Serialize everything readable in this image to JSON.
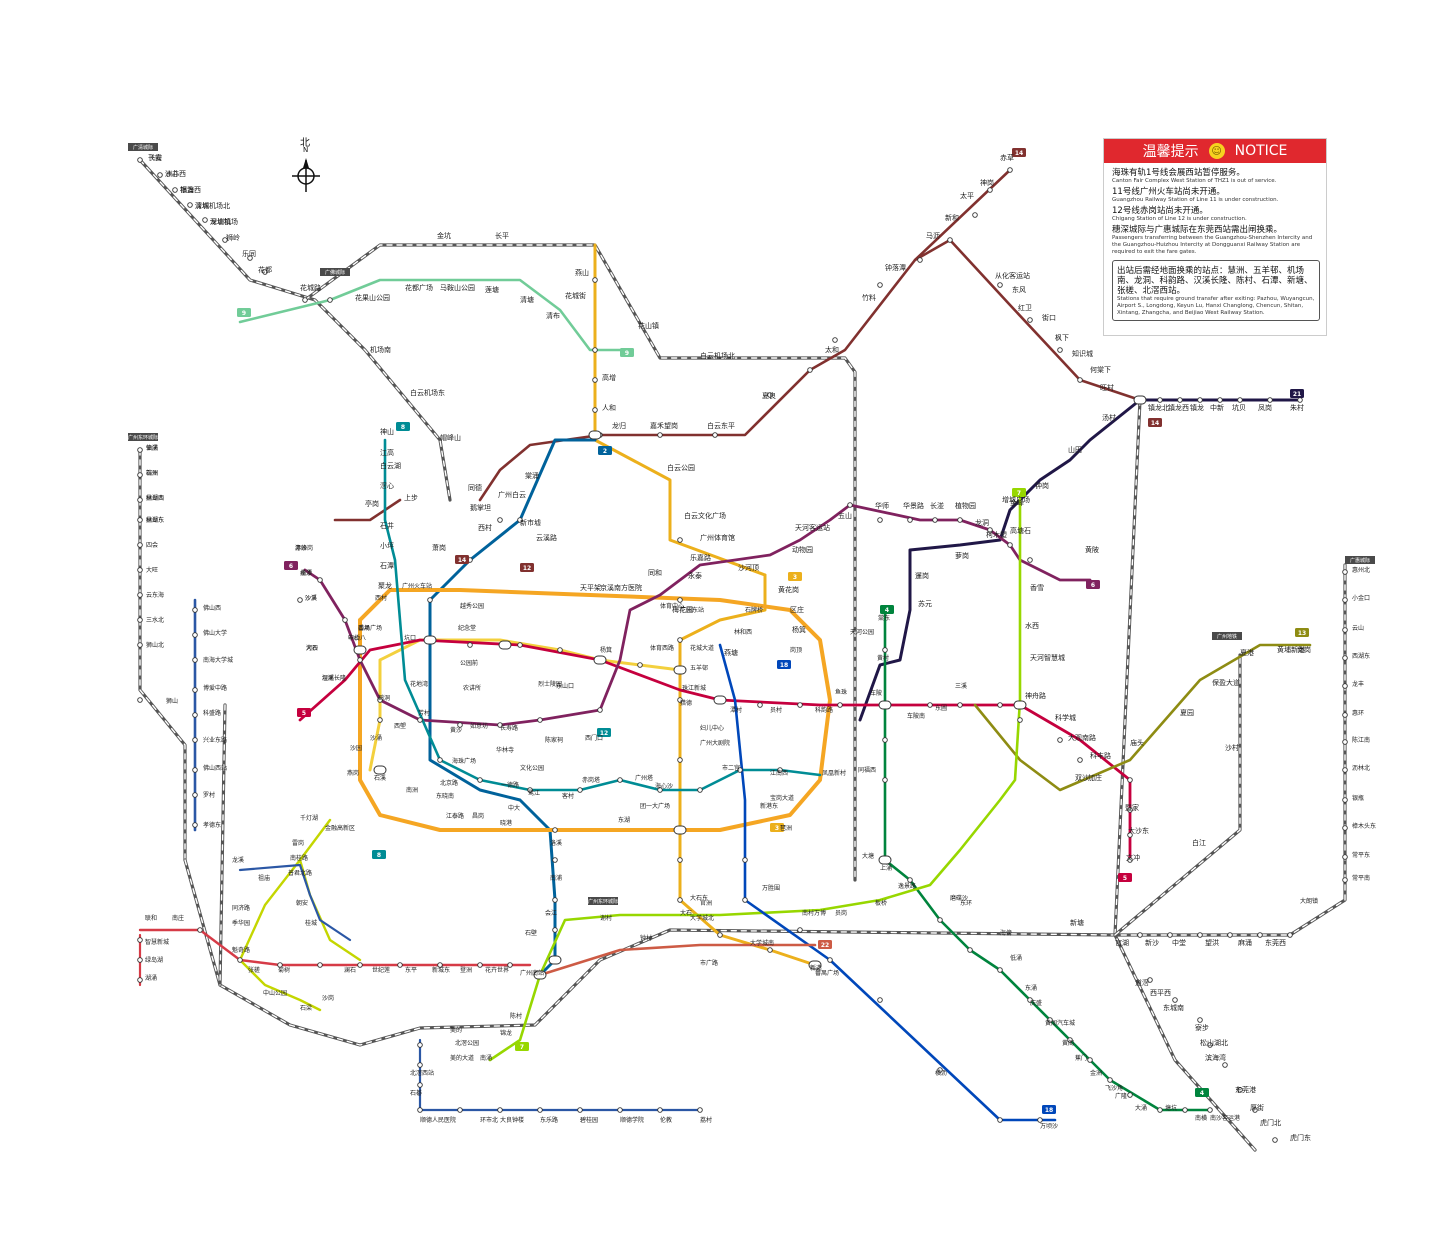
{
  "map": {
    "compass": {
      "cn": "北",
      "en": "N"
    },
    "notice": {
      "title_cn": "温馨提示",
      "title_en": "NOTICE",
      "items": [
        {
          "cn": "海珠有轨1号线会展西站暂停服务。",
          "en": "Canton Fair Complex West Station of THZ1 is out of service."
        },
        {
          "cn": "11号线广州火车站尚未开通。",
          "en": "Guangzhou Railway Station of Line 11 is under construction."
        },
        {
          "cn": "12号线赤岗站尚未开通。",
          "en": "Chigang Station of Line 12 is under construction."
        },
        {
          "cn": "穗深城际与广惠城际在东莞西站需出闸换乘。",
          "en": "Passengers transferring between the Guangzhou-Shenzhen Intercity and the Guangzhou-Huizhou Intercity at Dongguanxi Railway Station are required to exit the fare gates."
        }
      ],
      "transfer_cn": "出站后需经地面换乘的站点：慧洲、五羊邨、机场南、龙洞、科韵路、汉溪长隆、陈村、石潭、新塘、张槎、北滘西站。",
      "transfer_en": "Stations that require ground transfer after exiting: Pazhou, Wuyangcun, Airport S., Longdong, Keyun Lu, Hanxi Changlong, Chencun, Shitan, Xintang, Zhangcha, and Beijiao West Railway Station."
    },
    "city_tags": [
      "广清城际",
      "广州东环城际",
      "广佛城际",
      "广惠城际",
      "广州地铁",
      "广州东环城际"
    ],
    "line_colors": {
      "line1": "#f3d03e",
      "line2": "#00629b",
      "line3": "#ecb01c",
      "line4": "#00843d",
      "line5": "#c5003e",
      "line6": "#80225f",
      "line7": "#97d700",
      "line8": "#008c95",
      "line9": "#71cc98",
      "line13": "#8e8c13",
      "line14": "#81312f",
      "line18": "#0047ba",
      "line21": "#201747",
      "line22": "#cd5b45",
      "intercity": "#555555",
      "guangfo": "#c4d600",
      "thz1": "#0094b3"
    },
    "lines": [
      {
        "id": "line1",
        "name": "1号线",
        "color": "#f3d03e",
        "stations": [
          "西塱",
          "坑口",
          "花地湾",
          "芳村",
          "黄沙",
          "长寿路",
          "陈家祠",
          "西门口",
          "公园前",
          "农讲所",
          "烈士陵园",
          "东山口",
          "杨箕",
          "体育西路",
          "体育中心",
          "广州东站"
        ]
      },
      {
        "id": "line2",
        "name": "2号线",
        "color": "#00629b",
        "stations": [
          "嘉禾望岗",
          "黄边",
          "江夏",
          "萧岗",
          "白云文化广场",
          "白云公园",
          "飞翔公园",
          "三元里",
          "广州火车站",
          "越秀公园",
          "纪念堂",
          "公园前",
          "海珠广场",
          "市二宫",
          "江南西",
          "昌岗",
          "江泰路",
          "东晓南",
          "南洲",
          "洛溪",
          "南浦",
          "会江",
          "石壁",
          "广州南站"
        ]
      },
      {
        "id": "line3",
        "name": "3号线",
        "color": "#ecb01c",
        "stations": [
          "天河客运站",
          "五山",
          "华师",
          "岗顶",
          "石牌桥",
          "体育西路",
          "珠江新城",
          "广州塔",
          "客村",
          "大塘",
          "沥滘",
          "厦滘",
          "大石",
          "汉溪长隆",
          "市桥",
          "番禺广场"
        ]
      },
      {
        "id": "line4",
        "name": "4号线",
        "color": "#00843d",
        "stations": [
          "黄村",
          "车陂",
          "车陂南",
          "万胜围",
          "官洲",
          "大学城北",
          "大学城南",
          "新造",
          "石碁",
          "海傍",
          "低涌",
          "东涌",
          "庆盛",
          "黄阁汽车城",
          "黄阁",
          "蕉门",
          "金洲",
          "飞沙角",
          "广隆",
          "大涌",
          "塘坑",
          "南横",
          "南沙客运港"
        ]
      },
      {
        "id": "line5",
        "name": "5号线",
        "color": "#c5003e",
        "stations": [
          "滘口",
          "坦尾",
          "中山八",
          "西场",
          "西村",
          "广州火车站",
          "小北",
          "淘金",
          "区庄",
          "动物园",
          "杨箕",
          "五羊邨",
          "珠江新城",
          "猎德",
          "潭村",
          "员村",
          "科韵路",
          "车陂南",
          "东圃",
          "三溪",
          "鱼珠",
          "大沙地",
          "大沙东",
          "文冲",
          "双沙",
          "庙头",
          "夏园",
          "保盈大道",
          "夏港",
          "黄埔新港"
        ]
      },
      {
        "id": "line6",
        "name": "6号线",
        "color": "#80225f",
        "stations": [
          "浔峰岗",
          "横沙",
          "沙贝",
          "河沙",
          "坦尾",
          "如意坊",
          "黄沙",
          "文化公园",
          "一德路",
          "海珠广场",
          "北京路",
          "团一大广场",
          "东湖",
          "东山口",
          "区庄",
          "黄花岗",
          "沙河顶",
          "天平架",
          "燕塘",
          "天河客运站",
          "长湴",
          "植物园",
          "龙洞",
          "柯木塱",
          "高塘石",
          "黄陂",
          "金峰",
          "暹岗",
          "苏元",
          "萝岗",
          "香雪"
        ]
      },
      {
        "id": "line7",
        "name": "7号线",
        "color": "#97d700",
        "stations": [
          "美的大道",
          "北滘公园",
          "陈村北",
          "大洲",
          "石壁",
          "广州南站",
          "钟村",
          "汉溪长隆",
          "南村万博",
          "员岗",
          "板桥",
          "大学城南",
          "深井",
          "长洲",
          "萝岗",
          "水西",
          "燕山"
        ]
      },
      {
        "id": "line8",
        "name": "8号线",
        "color": "#008c95",
        "stations": [
          "滘心",
          "亭岗",
          "石井",
          "小坪",
          "石潭",
          "聚龙",
          "上步",
          "同德",
          "鹅掌坦",
          "西村",
          "陈家祠",
          "华林寺",
          "文化公园",
          "同福西",
          "凤凰新村",
          "沙园",
          "宝岗大道",
          "昌岗",
          "晓港",
          "中大",
          "鹭江",
          "客村",
          "赤岗",
          "磨碟沙",
          "新港东",
          "琶洲",
          "万胜围"
        ]
      },
      {
        "id": "line9",
        "name": "9号线",
        "color": "#71cc98",
        "stations": [
          "飞鹅岭",
          "花都汽车城",
          "广州北站",
          "花城路",
          "花果山公园",
          "花都广场",
          "马鞍山公园",
          "莲塘",
          "清塘",
          "清布",
          "高增"
        ]
      },
      {
        "id": "line13",
        "name": "13号线",
        "color": "#8e8c13",
        "stations": [
          "鱼珠",
          "裕丰围",
          "双岗",
          "南海神庙",
          "夏园",
          "南岗",
          "沙村",
          "白江",
          "新塘",
          "官湖",
          "新沙"
        ]
      },
      {
        "id": "line14",
        "name": "14号线",
        "color": "#81312f",
        "stations": [
          "嘉禾望岗",
          "白云东平",
          "夏良",
          "太和",
          "竹料",
          "钟落潭",
          "马沥",
          "新和",
          "太平",
          "神岗",
          "赤草",
          "从化客运站",
          "东风"
        ]
      },
      {
        "id": "line18",
        "name": "18号线",
        "color": "#0047ba",
        "stations": [
          "冼村",
          "磨碟沙",
          "龙潭",
          "沙溪",
          "南村万博",
          "番禺广场",
          "横沥",
          "万顷沙"
        ]
      },
      {
        "id": "line21",
        "name": "21号线",
        "color": "#201747",
        "stations": [
          "员村",
          "天河公园",
          "棠东",
          "黄村",
          "大观南路",
          "天河智慧城",
          "神舟路",
          "科学城",
          "苏元",
          "水西",
          "长平",
          "金坑",
          "镇龙西",
          "镇龙",
          "中新",
          "坑贝",
          "凤岗",
          "朱村",
          "山田",
          "钟岗",
          "增城广场"
        ]
      },
      {
        "id": "line22",
        "name": "22号线",
        "color": "#cd5b45",
        "stations": [
          "番禺广场",
          "市广路",
          "广州南站",
          "陈头岗"
        ]
      },
      {
        "id": "guangfo",
        "name": "广佛线",
        "color": "#c4d600",
        "stations": [
          "新城东",
          "东平",
          "世纪莲",
          "澜石",
          "魁奇路",
          "季华园",
          "同济路",
          "祖庙",
          "普君北路",
          "朝安",
          "桂城",
          "南桂路",
          "雷岗",
          "千灯湖",
          "金融高新区",
          "龙溪",
          "菊树",
          "西塱",
          "鹤洞",
          "沙涌",
          "沙园",
          "燕岗",
          "石溪",
          "南洲",
          "沥滘"
        ]
      },
      {
        "id": "intercity-gz-qy",
        "name": "广清城际",
        "color": "#555555",
        "stations": [
          "飞霞",
          "洲心",
          "银盏",
          "狮岭",
          "乐同",
          "花都",
          "广州北站",
          "白云机场北",
          "机场南",
          "竹料",
          "帽峰山",
          "新塘"
        ]
      }
    ],
    "labels": {
      "north_labels": [
        "飞霞",
        "洲心",
        "银盏",
        "清城",
        "龙塘镇",
        "狮岭",
        "乐同",
        "花都",
        "花城路",
        "花果山公园",
        "花都广场",
        "马鞍山公园",
        "莲塘",
        "清塘",
        "清布",
        "高增",
        "人和",
        "龙归",
        "嘉禾望岗",
        "白云东平",
        "夏良",
        "太和",
        "竹料",
        "钟落潭",
        "马沥",
        "新和",
        "太平",
        "神岗",
        "赤草",
        "从化客运站",
        "东风",
        "红卫",
        "街口",
        "枫下",
        "知识城",
        "何棠下",
        "旺村",
        "汤村",
        "镇龙北",
        "镇龙西",
        "镇龙",
        "中新",
        "坑贝",
        "凤岗",
        "朱村",
        "山田",
        "钟岗",
        "增城广场",
        "金坑",
        "长平",
        "燕山",
        "花城街",
        "花山镇",
        "白云机场北",
        "机场南",
        "白云机场东",
        "帽峰山",
        "神山",
        "江高",
        "白云湖",
        "滘心",
        "亭岗",
        "石井",
        "小坪",
        "石潭",
        "聚龙",
        "上步",
        "同德",
        "鹅掌坦",
        "西村",
        "广州白云",
        "棠涌",
        "新市墟",
        "云溪路",
        "萧岗",
        "白云公园",
        "白云文化广场",
        "广州体育馆",
        "乐嘉路",
        "永泰",
        "同和",
        "京溪南方医院",
        "梅花园",
        "燕塘",
        "天平架",
        "沙河顶",
        "黄花岗",
        "区庄",
        "杨箕",
        "动物园",
        "天河客运站",
        "五山",
        "华师",
        "华景路",
        "长湴",
        "植物园",
        "龙洞",
        "柯木塱",
        "高塘石",
        "黄陂",
        "金峰",
        "暹岗",
        "苏元",
        "萝岗",
        "香雪",
        "水西",
        "天河智慧城",
        "神舟路",
        "科学城",
        "大观南路",
        "科丰路",
        "加庄",
        "暨家",
        "大沙东",
        "文冲",
        "双沙",
        "庙头",
        "夏园",
        "保盈大道",
        "夏港",
        "黄埔新港",
        "南岗",
        "沙村",
        "白江",
        "新塘",
        "官湖",
        "新沙",
        "中堂",
        "望洪",
        "麻涌",
        "东莞西",
        "道滘",
        "西平西",
        "东城南",
        "寮步",
        "松山湖北",
        "滨海湾",
        "东莞港",
        "厚街",
        "虎门北",
        "虎门东",
        "长安",
        "沙井西",
        "福海西",
        "深圳机场北",
        "深圳机场"
      ],
      "central_labels": [
        "浔峰岗",
        "横沙",
        "沙贝",
        "河沙",
        "坦尾",
        "中山八",
        "西场",
        "西村",
        "广州火车站",
        "越秀公园",
        "纪念堂",
        "公园前",
        "农讲所",
        "烈士陵园",
        "东山口",
        "杨箕",
        "体育西路",
        "体育中心",
        "广州东站",
        "林和西",
        "石牌桥",
        "岗顶",
        "天河公园",
        "棠东",
        "黄村",
        "车陂",
        "车陂南",
        "东圃",
        "三溪",
        "鱼珠",
        "科韵路",
        "员村",
        "潭村",
        "猎德",
        "珠江新城",
        "五羊邨",
        "花城大道",
        "妇儿中心",
        "广州大剧院",
        "海心沙",
        "广州塔",
        "赤岗塔",
        "客村",
        "鹭江",
        "中大",
        "晓港",
        "昌岗",
        "江泰路",
        "东晓南",
        "南洲",
        "石溪",
        "燕岗",
        "沙园",
        "沙涌",
        "鹤洞",
        "西塱",
        "坑口",
        "花地湾",
        "芳村",
        "黄沙",
        "如意坊",
        "长寿路",
        "陈家祠",
        "西门口",
        "华林寺",
        "文化公园",
        "一德路",
        "海珠广场",
        "北京路",
        "团一大广场",
        "东湖",
        "市二宫",
        "江南西",
        "宝岗大道",
        "凤凰新村",
        "同福西",
        "大塘",
        "上涌",
        "逸景路",
        "磨碟沙",
        "新港东",
        "琶洲",
        "万胜围",
        "官洲",
        "大学城北",
        "大学城南",
        "新造",
        "赤沙",
        "龙潭",
        "沙溪",
        "大石",
        "汉溪长隆",
        "市桥",
        "番禺广场"
      ],
      "south_labels": [
        "广州南站",
        "石壁",
        "会江",
        "南浦",
        "洛溪",
        "南村万博",
        "员岗",
        "板桥",
        "东环",
        "番禺广场",
        "市广路",
        "钟村",
        "谢村",
        "大石",
        "大石东",
        "陈村",
        "锦龙",
        "南涌",
        "北滘公园",
        "美的",
        "美的大道",
        "顺德人民医院",
        "环市北",
        "大良钟楼",
        "东乐路",
        "碧桂园",
        "顺德学院",
        "伦教",
        "荔村",
        "北滘西站",
        "石碁",
        "海傍",
        "低涌",
        "东涌",
        "庆盛",
        "黄阁汽车城",
        "黄阁",
        "蕉门",
        "金洲",
        "飞沙角",
        "广隆",
        "大涌",
        "塘坑",
        "南横",
        "南沙客运港",
        "横沥",
        "万顷沙"
      ],
      "west_labels": [
        "肇庆",
        "端州",
        "鼎湖山",
        "鼎湖东",
        "四会",
        "大旺",
        "云东海",
        "三水北",
        "狮山北",
        "狮山",
        "佛山西",
        "佛山大学",
        "南海大学城",
        "博爱中路",
        "科盛路",
        "兴业东路",
        "佛山西站",
        "罗村",
        "孝德东",
        "联和",
        "智慧新城",
        "绿岛湖",
        "湖涌",
        "南庄",
        "张槎",
        "魁奇路",
        "季华园",
        "同济路",
        "祖庙",
        "普君北路",
        "朝安",
        "桂城",
        "南桂路",
        "雷岗",
        "千灯湖",
        "金融高新区",
        "龙溪",
        "菊树",
        "中山公园",
        "石梁",
        "沙岗",
        "澜石",
        "世纪莲",
        "东平",
        "新城东",
        "登洲",
        "花卉世界",
        "仙涌",
        "石洲",
        "林岳西",
        "林岳东"
      ],
      "east_labels": [
        "惠州北",
        "小金口",
        "云山",
        "西湖东",
        "龙丰",
        "惠环",
        "陈江南",
        "沥林北",
        "银瓶",
        "樟木头东",
        "常平东",
        "常平南",
        "大朗镇"
      ]
    }
  }
}
